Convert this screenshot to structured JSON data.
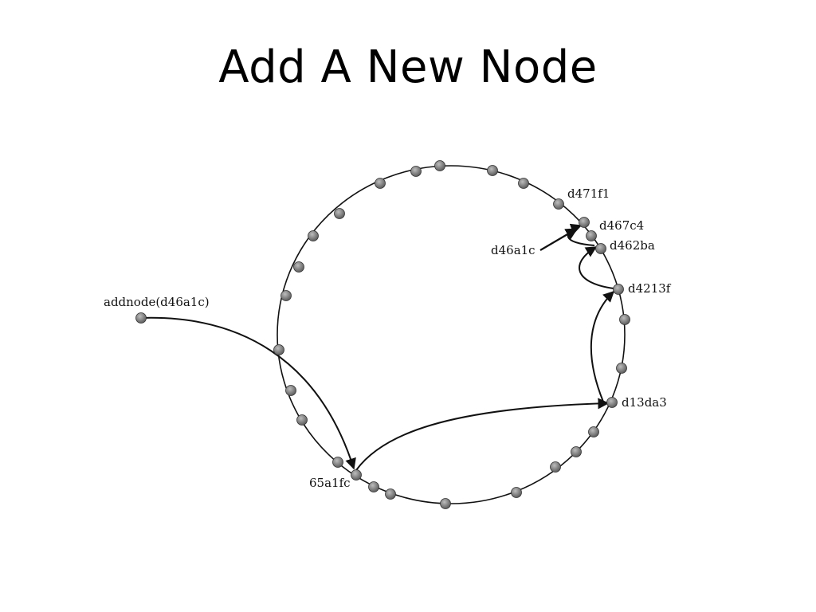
{
  "slide": {
    "title": "Add A New Node"
  },
  "diagram": {
    "ring_color": "#111111",
    "node_color": "#777777",
    "labels": {
      "addnode": "addnode(d46a1c)",
      "n65a1fc": "65a1fc",
      "d13da3": "d13da3",
      "d4213f": "d4213f",
      "d462ba": "d462ba",
      "d467c4": "d467c4",
      "d471f1": "d471f1",
      "d46a1c": "d46a1c"
    }
  }
}
